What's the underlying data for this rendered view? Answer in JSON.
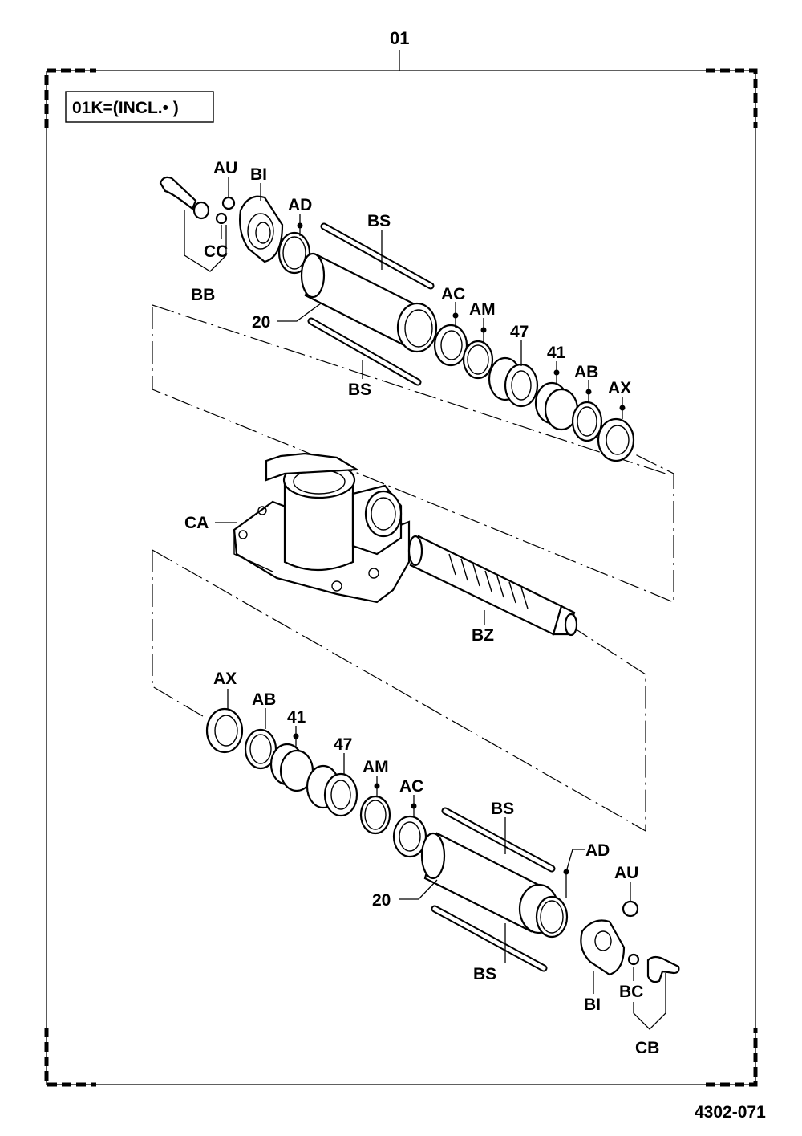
{
  "assembly_number": "01",
  "kit_note": "01K=(INCL.• )",
  "drawing_number": "4302-071",
  "upper_labels": {
    "au": "AU",
    "bi": "BI",
    "ad": "AD",
    "bs_top": "BS",
    "cc": "CC",
    "bb": "BB",
    "tube": "20",
    "ac": "AC",
    "am": "AM",
    "piston": "47",
    "ring": "41",
    "ab": "AB",
    "ax": "AX",
    "bs_bottom": "BS"
  },
  "center_labels": {
    "housing": "CA",
    "rack": "BZ"
  },
  "lower_labels": {
    "ax": "AX",
    "ab": "AB",
    "ring": "41",
    "piston": "47",
    "am": "AM",
    "ac": "AC",
    "bs_top": "BS",
    "ad": "AD",
    "au": "AU",
    "tube": "20",
    "bs_bottom": "BS",
    "bi": "BI",
    "bc": "BC",
    "cb": "CB"
  }
}
